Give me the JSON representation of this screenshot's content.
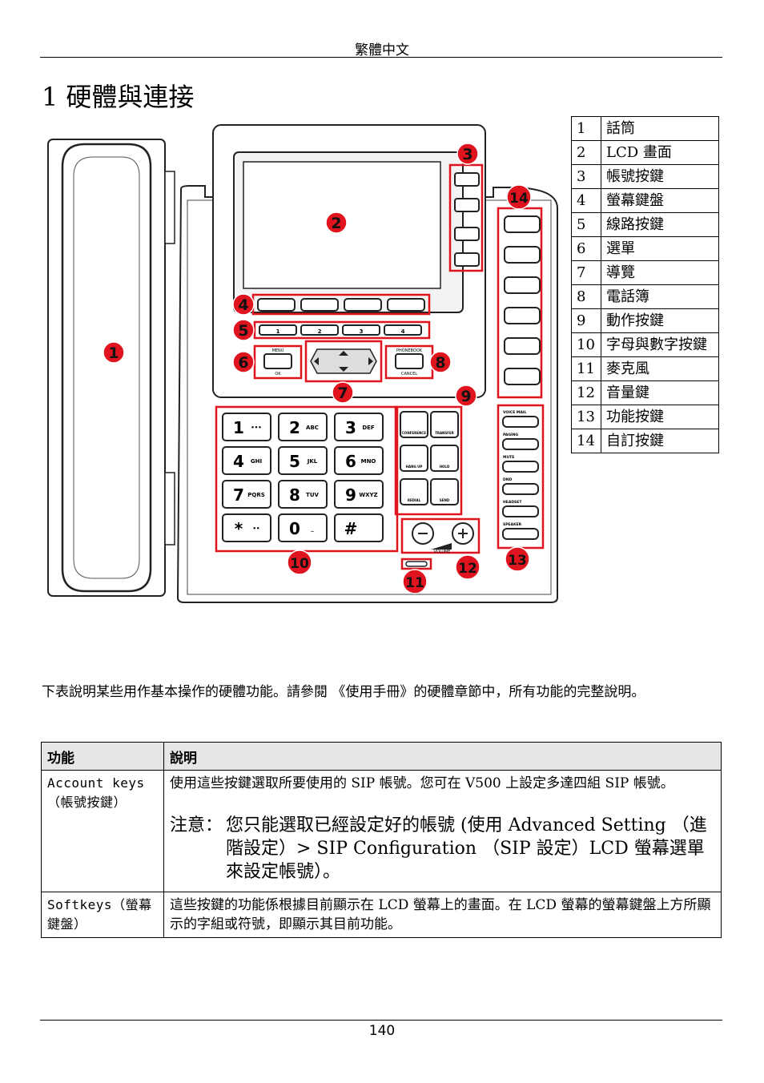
{
  "header": "繁體中文",
  "chapter": {
    "number": "1",
    "title": "硬體與連接"
  },
  "legend": [
    {
      "n": "1",
      "label": "話筒"
    },
    {
      "n": "2",
      "label": "LCD 畫面"
    },
    {
      "n": "3",
      "label": "帳號按鍵"
    },
    {
      "n": "4",
      "label": "螢幕鍵盤"
    },
    {
      "n": "5",
      "label": "線路按鍵"
    },
    {
      "n": "6",
      "label": "選單"
    },
    {
      "n": "7",
      "label": "導覽"
    },
    {
      "n": "8",
      "label": "電話簿"
    },
    {
      "n": "9",
      "label": "動作按鍵"
    },
    {
      "n": "10",
      "label": "字母與數字按鍵"
    },
    {
      "n": "11",
      "label": "麥克風"
    },
    {
      "n": "12",
      "label": "音量鍵"
    },
    {
      "n": "13",
      "label": "功能按鍵"
    },
    {
      "n": "14",
      "label": "自訂按鍵"
    }
  ],
  "figure": {
    "callouts": [
      "1",
      "2",
      "3",
      "4",
      "5",
      "6",
      "7",
      "8",
      "9",
      "10",
      "11",
      "12",
      "13",
      "14"
    ],
    "line_keys": [
      "1",
      "2",
      "3",
      "4"
    ],
    "dial_keys": [
      {
        "main": "1",
        "sub": "•••"
      },
      {
        "main": "2",
        "sub": "ABC"
      },
      {
        "main": "3",
        "sub": "DEF"
      },
      {
        "main": "4",
        "sub": "GHI"
      },
      {
        "main": "5",
        "sub": "JKL"
      },
      {
        "main": "6",
        "sub": "MNO"
      },
      {
        "main": "7",
        "sub": "PQRS"
      },
      {
        "main": "8",
        "sub": "TUV"
      },
      {
        "main": "9",
        "sub": "WXYZ"
      },
      {
        "main": "*",
        "sub": "••"
      },
      {
        "main": "0",
        "sub": "_"
      },
      {
        "main": "#",
        "sub": ""
      }
    ],
    "action_keys": [
      "CONFERENCE",
      "TRANSFER",
      "HANG UP",
      "HOLD",
      "REDIAL",
      "SEND"
    ],
    "feature_keys": [
      "VOICE MAIL",
      "PAGING",
      "MUTE",
      "DND",
      "HEADSET",
      "SPEAKER"
    ],
    "menu_top": "MENU",
    "menu_bottom": "OK",
    "phonebook_top": "PHONEBOOK",
    "phonebook_bottom": "CANCEL",
    "volume_label": "VOLUME",
    "accent": "#e0141e"
  },
  "intro": "下表說明某些用作基本操作的硬體功能。請參閱 《使用手冊》的硬體章節中，所有功能的完整說明。",
  "table": {
    "col_function": "功能",
    "col_description": "說明",
    "rows": [
      {
        "function": "Account keys（帳號按鍵）",
        "description": "使用這些按鍵選取所要使用的 SIP 帳號。您可在 V500 上設定多達四組 SIP 帳號。",
        "note_label": "注意：",
        "note": "您只能選取已經設定好的帳號 (使用 Advanced Setting （進階設定）> SIP Configuration （SIP 設定）LCD 螢幕選單來設定帳號）。"
      },
      {
        "function": "Softkeys（螢幕鍵盤）",
        "description": "這些按鍵的功能係根據目前顯示在 LCD 螢幕上的畫面。在 LCD 螢幕的螢幕鍵盤上方所顯示的字組或符號，即顯示其目前功能。"
      }
    ]
  },
  "page_number": "140"
}
